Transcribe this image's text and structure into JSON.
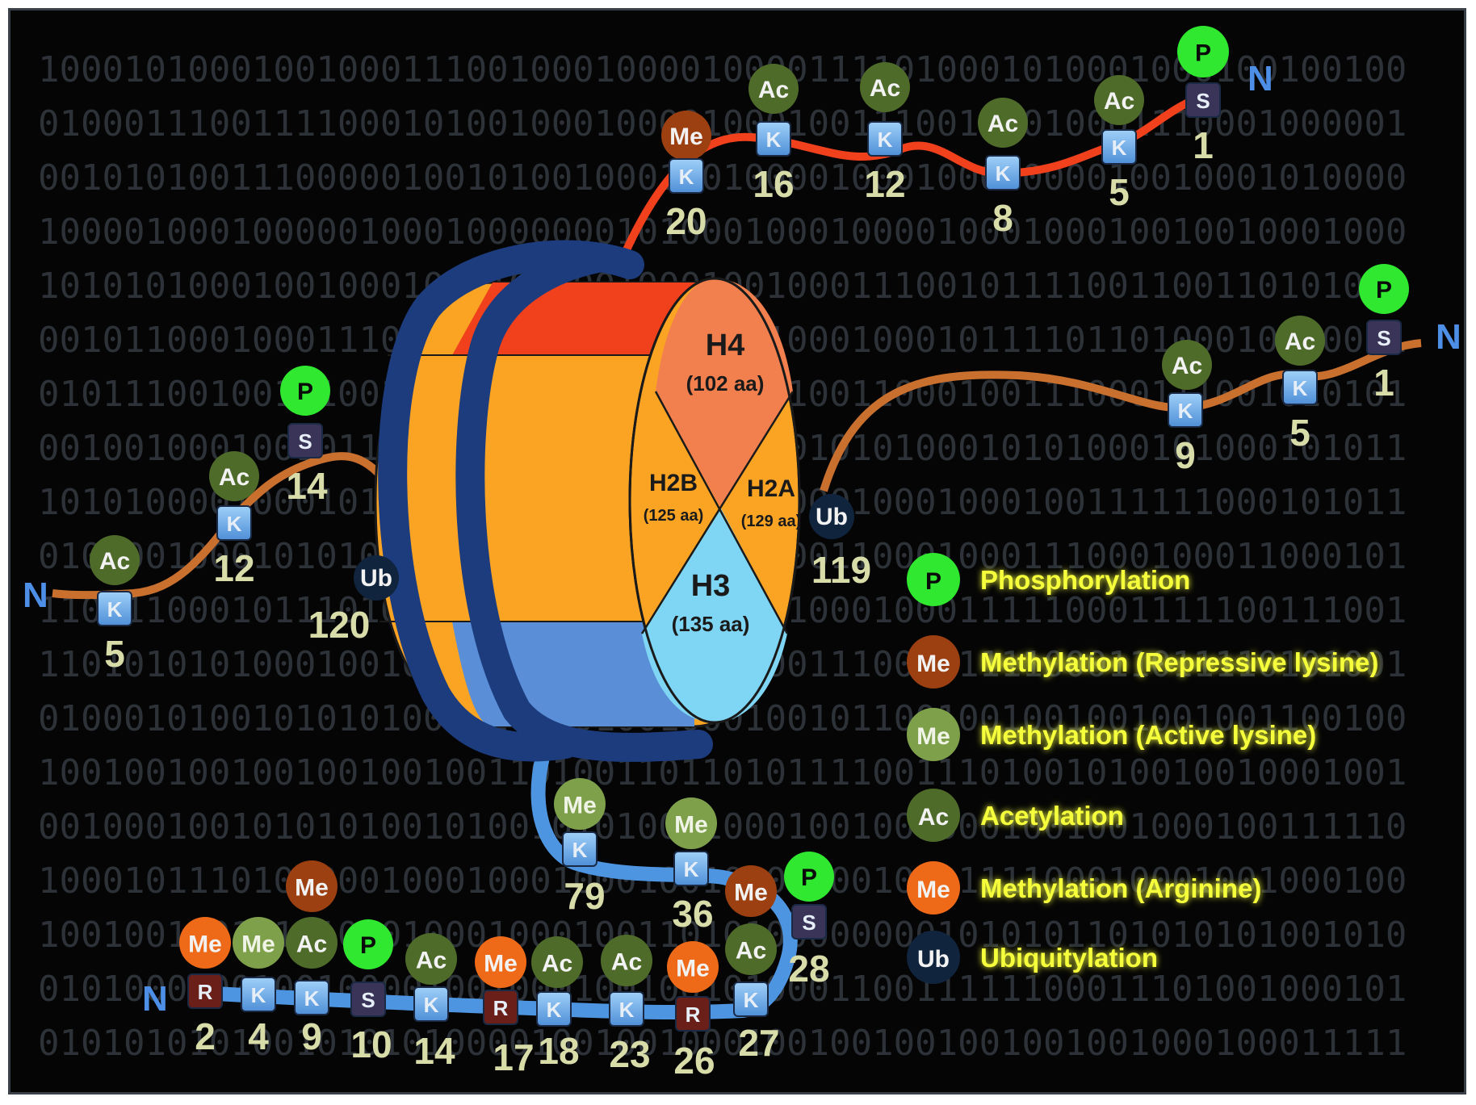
{
  "background_binary": [
    "1000101000100100011100100010000100001111010001010001000100100100",
    "0100011100111100010100100010000100010011100101010001110001000001",
    "0010101001110000010010100100010010000100010000000010010001010000",
    "1000010001000001000100000001010001000100001000100010010010001000",
    "1010101000100100010001001001000100100011100101111001100110101011",
    "0010110001000111001001001000100010100010001011110110100010010001",
    "0101110010011100100101010010010001010011000100111000111001010101",
    "0010010001001011010100101010101010101010100010101000101000101011",
    "1010100001000101001001010101000001000010001000100111111000101011",
    "0101001000101010011000100011010111000110001000111000100011000101",
    "1100110001011101010001010010101010110001000111110001111100111001",
    "1101010101000100100110101010010001001110001111100011011110101001",
    "0100010100101010100101001010010001001011001001001001001001100100",
    "1001001001001001001001101001101101011110011101001010010010001001",
    "0010001001010101001010010101000100010010010001001001000100111110",
    "1000101110101000100010001000100100001001000111100010001001000100",
    "1001001001010100010001000100110101000000001010101101010101001010",
    "0101000100100100001001000100100101000110011111100011101001000101",
    "0101010101001010101000010010010001001001001001001001000100011111"
  ],
  "histones": {
    "h4": {
      "name": "H4",
      "length": "(102 aa)"
    },
    "h2b": {
      "name": "H2B",
      "length": "(125 aa)"
    },
    "h2a": {
      "name": "H2A",
      "length": "(129 aa)"
    },
    "h3": {
      "name": "H3",
      "length": "(135 aa)"
    }
  },
  "n_terminus_label": "N",
  "marks": {
    "p": "P",
    "me": "Me",
    "ac": "Ac",
    "ub": "Ub"
  },
  "residues": {
    "lys": "K",
    "ser": "S",
    "arg": "R"
  },
  "colors": {
    "phosphorylation": "#2fe82f",
    "methylation_repressive": "#9c4012",
    "methylation_active": "#7ea04a",
    "acetylation": "#4f6b2a",
    "methylation_arginine": "#ee6a18",
    "ubiquitylation": "#10243e",
    "h4_tail": "#f0401c",
    "h2a_tail": "#c9702e",
    "h2b_tail": "#c9702e",
    "h3_tail": "#4d95e0",
    "dna": "#1c3c7e",
    "h4": "#f2804e",
    "h3": "#7fd6f4",
    "h2a_h2b": "#fba424",
    "lysine_box": "#6aacea",
    "serine_box": "#3a3558",
    "arginine_box": "#6a2018"
  },
  "h4_tail": [
    {
      "pos": "20",
      "mark": "Me",
      "type": "methylation_repressive",
      "res": "K"
    },
    {
      "pos": "16",
      "mark": "Ac",
      "type": "acetylation",
      "res": "K"
    },
    {
      "pos": "12",
      "mark": "Ac",
      "type": "acetylation",
      "res": "K"
    },
    {
      "pos": "8",
      "mark": "Ac",
      "type": "acetylation",
      "res": "K"
    },
    {
      "pos": "5",
      "mark": "Ac",
      "type": "acetylation",
      "res": "K"
    },
    {
      "pos": "1",
      "mark": "P",
      "type": "phosphorylation",
      "res": "S"
    }
  ],
  "h2a_tail": [
    {
      "pos": "9",
      "mark": "Ac",
      "type": "acetylation",
      "res": "K"
    },
    {
      "pos": "5",
      "mark": "Ac",
      "type": "acetylation",
      "res": "K"
    },
    {
      "pos": "1",
      "mark": "P",
      "type": "phosphorylation",
      "res": "S"
    }
  ],
  "h2a_ub": {
    "pos": "119",
    "mark": "Ub",
    "type": "ubiquitylation"
  },
  "h2b_tail": [
    {
      "pos": "5",
      "mark": "Ac",
      "type": "acetylation",
      "res": "K"
    },
    {
      "pos": "12",
      "mark": "Ac",
      "type": "acetylation",
      "res": "K"
    },
    {
      "pos": "14",
      "mark": "P",
      "type": "phosphorylation",
      "res": "S"
    }
  ],
  "h2b_ub": {
    "pos": "120",
    "mark": "Ub",
    "type": "ubiquitylation"
  },
  "h3_tail": [
    {
      "pos": "2",
      "marks": [
        "Me"
      ],
      "types": [
        "methylation_arginine"
      ],
      "res": "R"
    },
    {
      "pos": "4",
      "marks": [
        "Me"
      ],
      "types": [
        "methylation_active"
      ],
      "res": "K"
    },
    {
      "pos": "9",
      "marks": [
        "Ac",
        "Me"
      ],
      "types": [
        "acetylation",
        "methylation_repressive"
      ],
      "res": "K"
    },
    {
      "pos": "10",
      "marks": [
        "P"
      ],
      "types": [
        "phosphorylation"
      ],
      "res": "S"
    },
    {
      "pos": "14",
      "marks": [
        "Ac"
      ],
      "types": [
        "acetylation"
      ],
      "res": "K"
    },
    {
      "pos": "17",
      "marks": [
        "Me"
      ],
      "types": [
        "methylation_arginine"
      ],
      "res": "R"
    },
    {
      "pos": "18",
      "marks": [
        "Ac"
      ],
      "types": [
        "acetylation"
      ],
      "res": "K"
    },
    {
      "pos": "23",
      "marks": [
        "Ac"
      ],
      "types": [
        "acetylation"
      ],
      "res": "K"
    },
    {
      "pos": "26",
      "marks": [
        "Me"
      ],
      "types": [
        "methylation_arginine"
      ],
      "res": "R"
    },
    {
      "pos": "27",
      "marks": [
        "Ac",
        "Me"
      ],
      "types": [
        "acetylation",
        "methylation_repressive"
      ],
      "res": "K"
    },
    {
      "pos": "28",
      "marks": [
        "P"
      ],
      "types": [
        "phosphorylation"
      ],
      "res": "S"
    },
    {
      "pos": "36",
      "marks": [
        "Me"
      ],
      "types": [
        "methylation_active"
      ],
      "res": "K"
    },
    {
      "pos": "79",
      "marks": [
        "Me"
      ],
      "types": [
        "methylation_active"
      ],
      "res": "K"
    }
  ],
  "legend": [
    {
      "mark": "P",
      "type": "phosphorylation",
      "label": "Phosphorylation"
    },
    {
      "mark": "Me",
      "type": "methylation_repressive",
      "label": "Methylation (Repressive lysine)"
    },
    {
      "mark": "Me",
      "type": "methylation_active",
      "label": "Methylation (Active lysine)"
    },
    {
      "mark": "Ac",
      "type": "acetylation",
      "label": "Acetylation"
    },
    {
      "mark": "Me",
      "type": "methylation_arginine",
      "label": "Methylation (Arginine)"
    },
    {
      "mark": "Ub",
      "type": "ubiquitylation",
      "label": "Ubiquitylation"
    }
  ]
}
